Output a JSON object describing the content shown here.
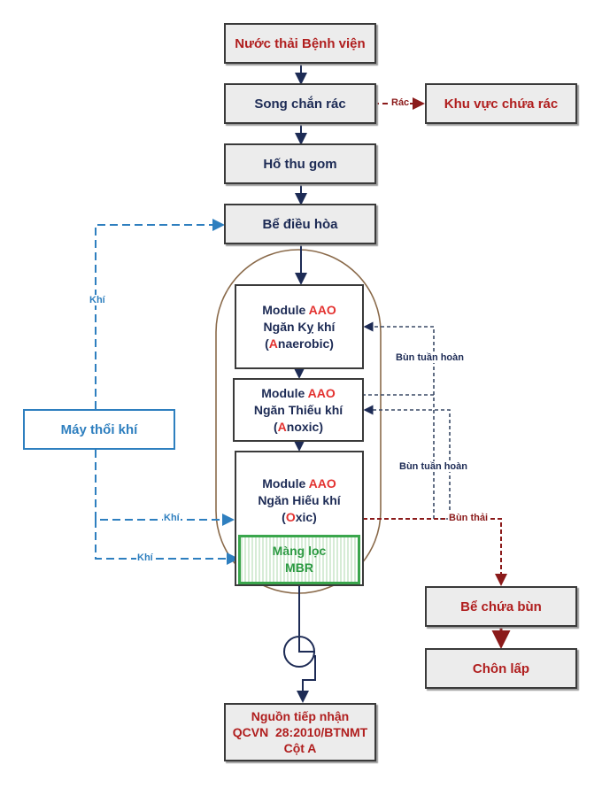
{
  "nodes": {
    "hospital": "Nước thải Bệnh viện",
    "screen": "Song chắn rác",
    "trash_area": "Khu vực chứa rác",
    "pit": "Hố thu gom",
    "equalization": "Bể điều hòa",
    "blower": "Máy thổi khí",
    "anaerobic": {
      "line1_prefix": "Module ",
      "line1_accent": "AAO",
      "line2": "Ngăn Kỵ khí",
      "line3_open": "(",
      "line3_accent": "A",
      "line3_rest": "naerobic)"
    },
    "anoxic": {
      "line1_prefix": "Module ",
      "line1_accent": "AAO",
      "line2": "Ngăn Thiếu khí",
      "line3_open": "(",
      "line3_accent": "A",
      "line3_rest": "noxic)"
    },
    "oxic": {
      "line1_prefix": "Module ",
      "line1_accent": "AAO",
      "line2": "Ngăn Hiếu khí",
      "line3_open": "(",
      "line3_accent": "O",
      "line3_rest": "xic)"
    },
    "mbr": {
      "line1": "Màng lọc",
      "line2": "MBR"
    },
    "sludge_tank": "Bể chứa bùn",
    "landfill": "Chôn lấp",
    "receiver": {
      "line1": "Nguồn tiếp nhận",
      "line2": "QCVN  28:2010/BTNMT",
      "line3": "Cột A"
    }
  },
  "labels": {
    "trash": "Rác",
    "air_top": "Khí",
    "air_oxic": "Khí",
    "air_mbr": "Khí",
    "recirc_1": "Bùn tuần hoàn",
    "recirc_2": "Bùn tuần hoàn",
    "waste_sludge": "Bùn thải"
  },
  "colors": {
    "navy": "#1d2b55",
    "process_red": "#b01e1e",
    "air_blue": "#2e7fbf",
    "sludge_red": "#8b1a1a",
    "mbr_green": "#3aa64c",
    "accent_red": "#e3312f",
    "capsule_brown": "#8a6a4a"
  },
  "icons": {
    "pump": "pump-icon"
  }
}
